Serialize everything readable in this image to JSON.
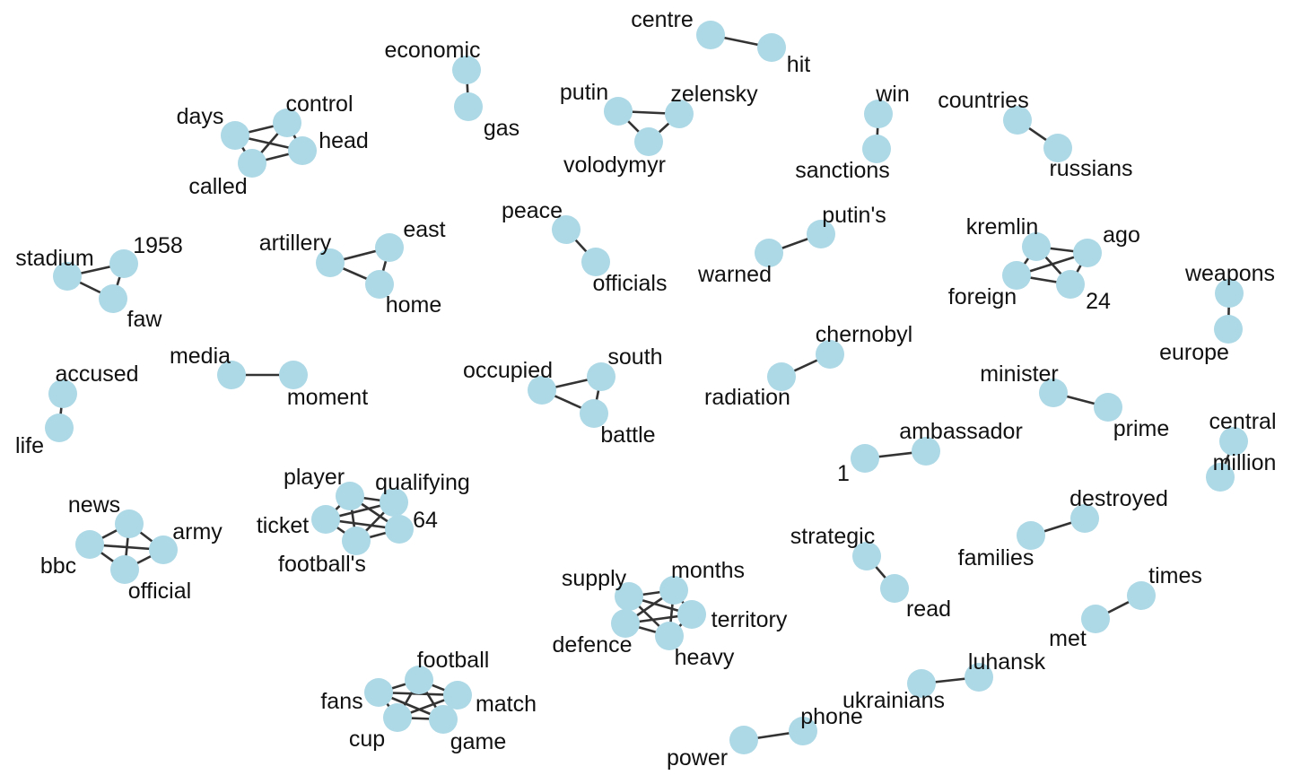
{
  "colors": {
    "node_fill": "#add8e6",
    "edge_stroke": "#333333",
    "label_text": "#111111",
    "background": "#ffffff"
  },
  "nodes": [
    {
      "id": "centre"
    },
    {
      "id": "hit"
    },
    {
      "id": "economic"
    },
    {
      "id": "gas"
    },
    {
      "id": "days"
    },
    {
      "id": "control"
    },
    {
      "id": "head"
    },
    {
      "id": "called"
    },
    {
      "id": "putin"
    },
    {
      "id": "zelensky"
    },
    {
      "id": "volodymyr"
    },
    {
      "id": "win"
    },
    {
      "id": "sanctions"
    },
    {
      "id": "countries"
    },
    {
      "id": "russians"
    },
    {
      "id": "stadium"
    },
    {
      "id": "1958"
    },
    {
      "id": "faw"
    },
    {
      "id": "artillery"
    },
    {
      "id": "east"
    },
    {
      "id": "home"
    },
    {
      "id": "peace"
    },
    {
      "id": "officials"
    },
    {
      "id": "warned"
    },
    {
      "id": "putin's"
    },
    {
      "id": "kremlin"
    },
    {
      "id": "ago"
    },
    {
      "id": "foreign"
    },
    {
      "id": "24"
    },
    {
      "id": "weapons"
    },
    {
      "id": "europe"
    },
    {
      "id": "accused"
    },
    {
      "id": "life"
    },
    {
      "id": "media"
    },
    {
      "id": "moment"
    },
    {
      "id": "occupied"
    },
    {
      "id": "south"
    },
    {
      "id": "battle"
    },
    {
      "id": "radiation"
    },
    {
      "id": "chernobyl"
    },
    {
      "id": "minister"
    },
    {
      "id": "prime"
    },
    {
      "id": "central"
    },
    {
      "id": "million"
    },
    {
      "id": "1"
    },
    {
      "id": "ambassador"
    },
    {
      "id": "player"
    },
    {
      "id": "qualifying"
    },
    {
      "id": "ticket"
    },
    {
      "id": "64"
    },
    {
      "id": "football's"
    },
    {
      "id": "news"
    },
    {
      "id": "army"
    },
    {
      "id": "bbc"
    },
    {
      "id": "official"
    },
    {
      "id": "families"
    },
    {
      "id": "destroyed"
    },
    {
      "id": "strategic"
    },
    {
      "id": "read"
    },
    {
      "id": "supply"
    },
    {
      "id": "months"
    },
    {
      "id": "territory"
    },
    {
      "id": "defence"
    },
    {
      "id": "heavy"
    },
    {
      "id": "met"
    },
    {
      "id": "times"
    },
    {
      "id": "football"
    },
    {
      "id": "fans"
    },
    {
      "id": "match"
    },
    {
      "id": "cup"
    },
    {
      "id": "game"
    },
    {
      "id": "ukrainians"
    },
    {
      "id": "luhansk"
    },
    {
      "id": "power"
    },
    {
      "id": "phone"
    }
  ],
  "edges": [
    [
      "centre",
      "hit"
    ],
    [
      "economic",
      "gas"
    ],
    [
      "days",
      "control"
    ],
    [
      "days",
      "head"
    ],
    [
      "days",
      "called"
    ],
    [
      "control",
      "called"
    ],
    [
      "control",
      "head"
    ],
    [
      "called",
      "head"
    ],
    [
      "putin",
      "zelensky"
    ],
    [
      "putin",
      "volodymyr"
    ],
    [
      "zelensky",
      "volodymyr"
    ],
    [
      "win",
      "sanctions"
    ],
    [
      "countries",
      "russians"
    ],
    [
      "stadium",
      "1958"
    ],
    [
      "stadium",
      "faw"
    ],
    [
      "1958",
      "faw"
    ],
    [
      "artillery",
      "east"
    ],
    [
      "artillery",
      "home"
    ],
    [
      "east",
      "home"
    ],
    [
      "peace",
      "officials"
    ],
    [
      "warned",
      "putin's"
    ],
    [
      "kremlin",
      "ago"
    ],
    [
      "kremlin",
      "foreign"
    ],
    [
      "kremlin",
      "24"
    ],
    [
      "ago",
      "foreign"
    ],
    [
      "ago",
      "24"
    ],
    [
      "foreign",
      "24"
    ],
    [
      "weapons",
      "europe"
    ],
    [
      "accused",
      "life"
    ],
    [
      "media",
      "moment"
    ],
    [
      "occupied",
      "south"
    ],
    [
      "occupied",
      "battle"
    ],
    [
      "south",
      "battle"
    ],
    [
      "radiation",
      "chernobyl"
    ],
    [
      "minister",
      "prime"
    ],
    [
      "central",
      "million"
    ],
    [
      "1",
      "ambassador"
    ],
    [
      "player",
      "qualifying"
    ],
    [
      "player",
      "ticket"
    ],
    [
      "player",
      "64"
    ],
    [
      "player",
      "football's"
    ],
    [
      "qualifying",
      "ticket"
    ],
    [
      "qualifying",
      "64"
    ],
    [
      "qualifying",
      "football's"
    ],
    [
      "ticket",
      "64"
    ],
    [
      "ticket",
      "football's"
    ],
    [
      "64",
      "football's"
    ],
    [
      "news",
      "army"
    ],
    [
      "news",
      "bbc"
    ],
    [
      "news",
      "official"
    ],
    [
      "army",
      "bbc"
    ],
    [
      "army",
      "official"
    ],
    [
      "bbc",
      "official"
    ],
    [
      "families",
      "destroyed"
    ],
    [
      "strategic",
      "read"
    ],
    [
      "supply",
      "months"
    ],
    [
      "supply",
      "territory"
    ],
    [
      "supply",
      "defence"
    ],
    [
      "supply",
      "heavy"
    ],
    [
      "months",
      "territory"
    ],
    [
      "months",
      "defence"
    ],
    [
      "months",
      "heavy"
    ],
    [
      "territory",
      "defence"
    ],
    [
      "territory",
      "heavy"
    ],
    [
      "defence",
      "heavy"
    ],
    [
      "met",
      "times"
    ],
    [
      "football",
      "fans"
    ],
    [
      "football",
      "match"
    ],
    [
      "football",
      "cup"
    ],
    [
      "football",
      "game"
    ],
    [
      "fans",
      "match"
    ],
    [
      "fans",
      "cup"
    ],
    [
      "fans",
      "game"
    ],
    [
      "match",
      "cup"
    ],
    [
      "match",
      "game"
    ],
    [
      "cup",
      "game"
    ],
    [
      "ukrainians",
      "luhansk"
    ],
    [
      "power",
      "phone"
    ]
  ]
}
